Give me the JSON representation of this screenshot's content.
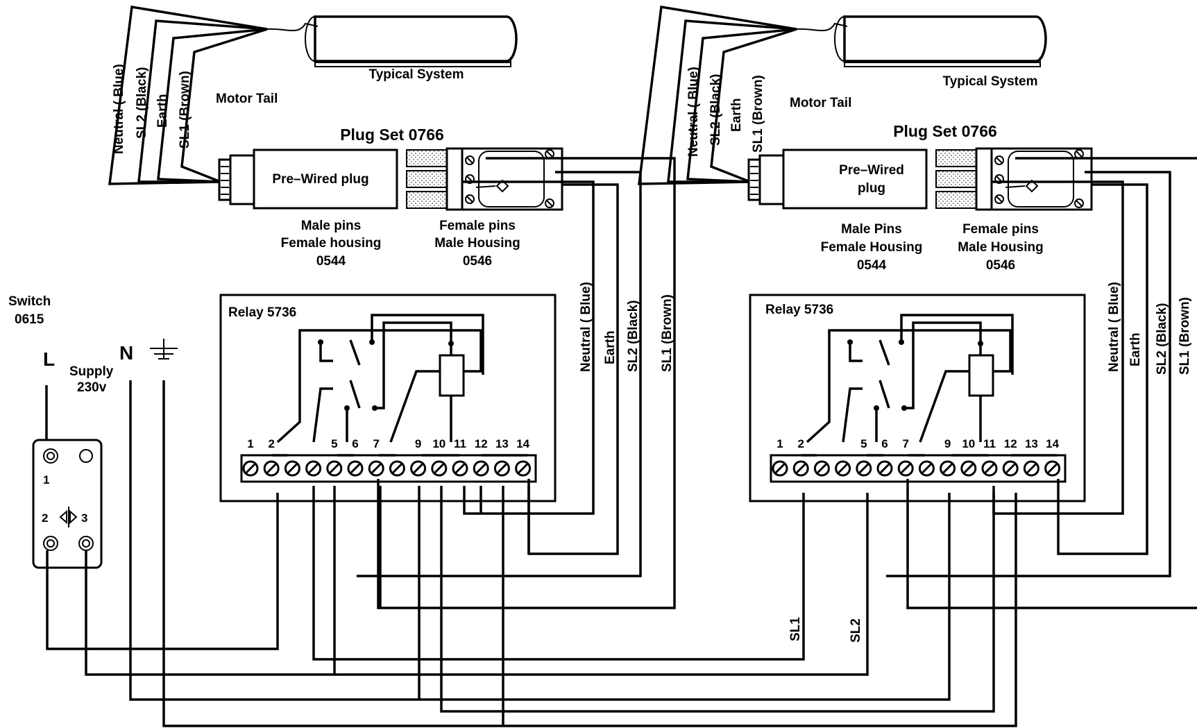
{
  "switch": {
    "title_line1": "Switch",
    "title_line2": "0615",
    "terminal_1": "1",
    "terminal_2": "2",
    "terminal_3": "3",
    "wire_sl1": "SL1",
    "wire_sl2": "SL2"
  },
  "supply": {
    "live": "L",
    "neutral": "N",
    "label_line1": "Supply",
    "label_line2": "230v"
  },
  "systems": [
    {
      "typical_system": "Typical System",
      "motor_tail": "Motor Tail",
      "plug_set": "Plug Set 0766",
      "prewired_line1": "Pre–Wired plug",
      "prewired_line2": "",
      "male_line1": "Male pins",
      "male_line2": "Female housing",
      "male_line3": "0544",
      "female_line1": "Female pins",
      "female_line2": "Male Housing",
      "female_line3": "0546",
      "relay": "Relay 5736",
      "terminals": [
        "1",
        "2",
        "",
        "",
        "5",
        "6",
        "7",
        "",
        "9",
        "10",
        "11",
        "12",
        "13",
        "14"
      ],
      "tail_wires": [
        "Neutral ( Blue)",
        "SL2 (Black)",
        "Earth",
        "SL1 (Brown)"
      ],
      "output_wires": [
        "Neutral ( Blue)",
        "Earth",
        "SL2 (Black)",
        "SL1 (Brown)"
      ],
      "bottom_sl1": "",
      "bottom_sl2": ""
    },
    {
      "typical_system": "Typical System",
      "motor_tail": "Motor Tail",
      "plug_set": "Plug Set 0766",
      "prewired_line1": "Pre–Wired",
      "prewired_line2": "plug",
      "male_line1": "Male Pins",
      "male_line2": "Female Housing",
      "male_line3": "0544",
      "female_line1": "Female pins",
      "female_line2": "Male Housing",
      "female_line3": "0546",
      "relay": "Relay 5736",
      "terminals": [
        "1",
        "2",
        "",
        "",
        "5",
        "6",
        "7",
        "",
        "9",
        "10",
        "11",
        "12",
        "13",
        "14"
      ],
      "tail_wires": [
        "Neutral ( Blue)",
        "SL2 (Black)",
        "Earth",
        "SL1 (Brown)"
      ],
      "output_wires": [
        "Neutral ( Blue)",
        "Earth",
        "SL2 (Black)",
        "SL1 (Brown)"
      ],
      "bottom_sl1": "SL1",
      "bottom_sl2": "SL2"
    }
  ]
}
